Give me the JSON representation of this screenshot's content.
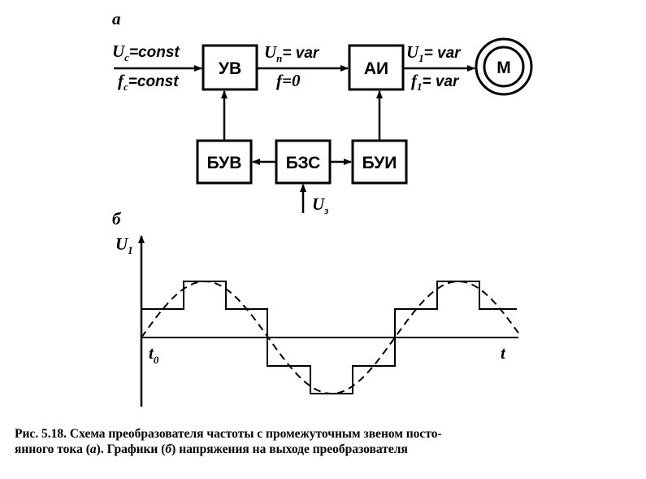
{
  "diagram": {
    "part_a_label": "а",
    "part_b_label": "б",
    "blocks": {
      "uv": "УВ",
      "ai": "АИ",
      "motor": "М",
      "buv": "БУВ",
      "bzs": "БЗС",
      "bui": "БУИ"
    },
    "inputs": {
      "uc_symbol": "U",
      "uc_sub": "c",
      "uc_value": "=const",
      "fc_symbol": "f",
      "fc_sub": "c",
      "fc_value": "=const"
    },
    "link": {
      "un_symbol": "U",
      "un_sub": "п",
      "un_value": "= var",
      "f_label": "f=0"
    },
    "outputs": {
      "u1_symbol": "U",
      "u1_sub": "1",
      "u1_value": "= var",
      "f1_symbol": "f",
      "f1_sub": "1",
      "f1_value": "= var"
    },
    "setpoint": {
      "symbol": "U",
      "sub": "з"
    }
  },
  "graph": {
    "y_axis_symbol": "U",
    "y_axis_sub": "1",
    "x_axis_label": "t",
    "origin_symbol": "t",
    "origin_sub": "0"
  },
  "caption": {
    "prefix": "Рис.   5.18.  Схема преобразователя частоты с промежуточным звеном посто-",
    "line2_start": "янного   тока (",
    "a_ref": "а",
    "line2_mid": "). Графики (",
    "b_ref": "б",
    "line2_end": ") напряжения на выходе преобразователя"
  }
}
